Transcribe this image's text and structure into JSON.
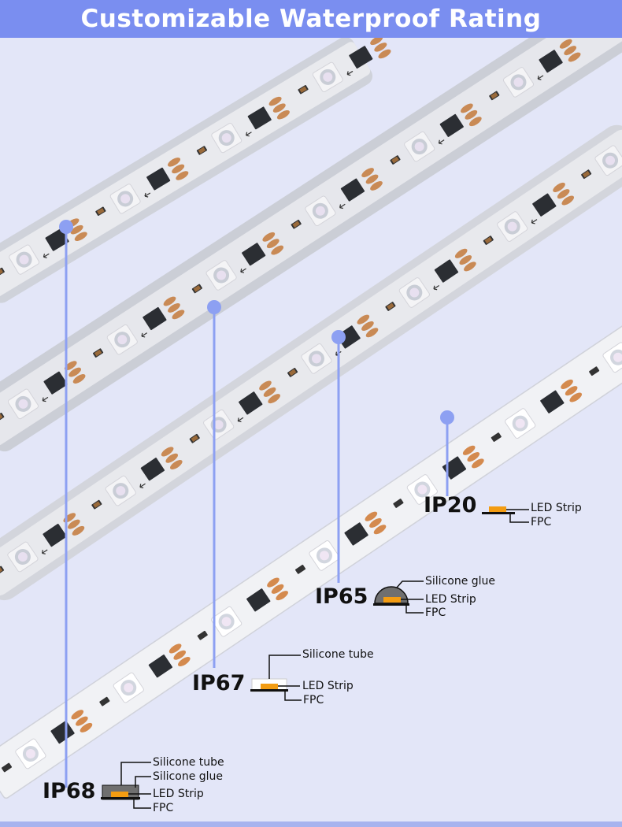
{
  "title": "Customizable Waterproof Rating",
  "colors": {
    "banner": "#7a8ef0",
    "background": "#e3e6f8",
    "callout_line": "#8da0f2",
    "led_strip": "#f39c12",
    "silicone": "#6f6f6f"
  },
  "ratings": [
    {
      "name": "IP20",
      "layers": [
        "LED Strip",
        "FPC"
      ]
    },
    {
      "name": "IP65",
      "layers": [
        "Silicone glue",
        "LED Strip",
        "FPC"
      ]
    },
    {
      "name": "IP67",
      "layers": [
        "Silicone tube",
        "LED Strip",
        "FPC"
      ]
    },
    {
      "name": "IP68",
      "layers": [
        "Silicone tube",
        "Silicone glue",
        "LED Strip",
        "FPC"
      ]
    }
  ]
}
